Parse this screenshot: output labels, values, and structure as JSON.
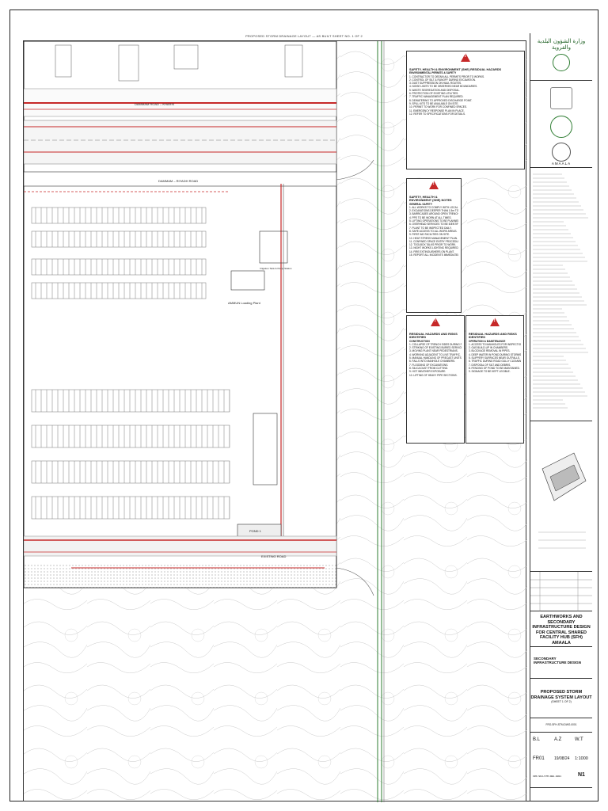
{
  "sheet": {
    "top_note": "PROPOSED STORM DRAINAGE LAYOUT — AS BUILT SHEET NO. 1 OF 2"
  },
  "site_labels": {
    "road_north": "DAMMAM ROAD – KHARIS",
    "road_mid": "DAMMAM – RIYADH ROAD",
    "ugt_label": "AMMUN Loading Plant",
    "irrigation_label": "Irrigation Tank & Pump Station",
    "pond_label": "POND 1",
    "road_south": "EXISTING ROAD"
  },
  "hse_panels": [
    {
      "title": "SAFETY, HEALTH & ENVIRONMENT (SHE) RESIDUAL HAZARDS",
      "subtitle": "ENVIRONMENTAL PERMITS & SAFETY",
      "lines": [
        "1. CONTRACTOR TO OBTAIN ALL PERMITS PRIOR TO WORKS.",
        "2. CONTROL OF SILT & RUNOFF DURING EXCAVATION.",
        "3. DUST SUPPRESSION ON HAUL ROUTES.",
        "4. NOISE LIMITS TO BE OBSERVED NEAR BOUNDARIES.",
        "5. WASTE SEGREGATION AND DISPOSAL.",
        "6. PROTECTION OF EXISTING UTILITIES.",
        "7. TRAFFIC MANAGEMENT PLAN REQUIRED.",
        "8. DEWATERING TO APPROVED DISCHARGE POINT.",
        "9. SPILL KITS TO BE AVAILABLE ON SITE.",
        "10. PERMIT TO WORK FOR CONFINED SPACES.",
        "11. EMERGENCY RESPONSE PLAN IN PLACE.",
        "12. REFER TO SPECIFICATIONS FOR DETAILS."
      ]
    },
    {
      "title": "SAFETY, HEALTH & ENVIRONMENT (SHE) NOTES",
      "subtitle": "GENERAL SAFETY",
      "lines": [
        "1. ALL WORKS TO COMPLY WITH LOCAL REGULATIONS.",
        "2. EXCAVATIONS DEEPER THAN 1.5m TO BE SHORED.",
        "3. BARRICADES AROUND OPEN TRENCHES.",
        "4. PPE TO BE WORN AT ALL TIMES.",
        "5. LIFTING OPERATIONS TO BE PLANNED.",
        "6. OVERHEAD SERVICES TO BE IDENTIFIED.",
        "7. PLANT TO BE INSPECTED DAILY.",
        "8. SAFE ACCESS TO ALL WORK AREAS.",
        "9. FIRST AID FACILITIES ON SITE.",
        "10. HEAT STRESS MANAGEMENT PLAN.",
        "11. CONFINED SPACE ENTRY PROCEDURES.",
        "12. TOOLBOX TALKS PRIOR TO WORK.",
        "13. NIGHT WORKS LIGHTING REQUIRED.",
        "14. FIRE EXTINGUISHERS ON PLANT.",
        "15. REPORT ALL INCIDENTS IMMEDIATELY."
      ]
    },
    {
      "title": "RESIDUAL HAZARDS AND RISKS IDENTIFIED",
      "subtitle": "CONSTRUCTION",
      "lines": [
        "1. COLLAPSE OF TRENCH SIDES DURING PIPE LAYING.",
        "2. STRIKING OF EXISTING BURIED SERVICES.",
        "3. MOVING PLANT NEAR PEDESTRIANS.",
        "4. WORKING ADJACENT TO LIVE TRAFFIC.",
        "5. MANUAL HANDLING OF PRECAST UNITS.",
        "6. FALLS INTO MANHOLE CHAMBERS.",
        "7. FLOODING OF EXCAVATIONS.",
        "8. SILICA DUST FROM CUTTING.",
        "9. HOT WEATHER EXPOSURE.",
        "10. LIFTING OF HEAVY PIPE SECTIONS."
      ]
    },
    {
      "title": "RESIDUAL HAZARDS AND RISKS IDENTIFIED",
      "subtitle": "OPERATION & MAINTENANCE",
      "lines": [
        "1. ACCESS TO MANHOLES FOR INSPECTION.",
        "2. GAS BUILD-UP IN CHAMBERS.",
        "3. BLOCKAGE REMOVAL IN PIPES.",
        "4. DEEP WATER IN POND DURING STORMS.",
        "5. SLIPPERY SURFACES NEAR OUTFALLS.",
        "6. TRAFFIC DURING ROAD GULLY CLEANING.",
        "7. DISPOSAL OF SILT AND DEBRIS.",
        "8. FENCING OF POND TO BE MAINTAINED.",
        "9. SIGNAGE TO BE KEPT LEGIBLE."
      ]
    }
  ],
  "title_block": {
    "client_arabic": "وزارة الشؤون البلدية والقروية",
    "logo_text": "AMAALA",
    "project_title": "EARTHWORKS AND SECONDARY INFRASTRUCTURE DESIGN FOR CENTRAL SHARED FACILITY HUB (SFH) AMAALA",
    "discipline": "SECONDARY INFRASTRUCTURE DESIGN",
    "drawing_title": "PROPOSED STORM DRAINAGE SYSTEM LAYOUT",
    "sheet_note": "(SHEET 1 OF 2)",
    "drawn_by": "A.Z",
    "checked_by": "W.T",
    "scale": "1:1000",
    "date": "19/08/24",
    "sheet_code": "B.L",
    "revision_code": "FR01",
    "drawing_no": "FRO-SFH-STM-DWG-0001",
    "sheet_no": "N1"
  }
}
